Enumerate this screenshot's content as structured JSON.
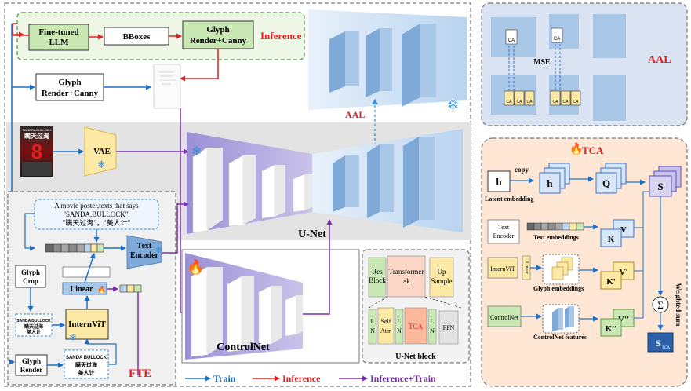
{
  "inference": {
    "title": "Inference",
    "llm": [
      "Fine-tuned",
      "LLM"
    ],
    "bboxes": "BBoxes",
    "glyph_render_canny": [
      "Glyph",
      "Render+Canny"
    ]
  },
  "glyph_render_canny_main": [
    "Glyph",
    "Render+Canny"
  ],
  "aal": {
    "title": "AAL",
    "mse": "MSE",
    "ca": "CA"
  },
  "aal_mid_label": "AAL",
  "poster": {
    "top_text": "SANDRA BULLOCK",
    "chinese": "瞒天过海",
    "number": "8"
  },
  "vae": "VAE",
  "unet": "U-Net",
  "controlnet": "ControlNet",
  "prompt": {
    "line1": "A movie poster,texts that says",
    "line2": "\"SANDA,BULLOCK\",",
    "line3": "\"瞒天过海\"，\"美人计\""
  },
  "text_encoder": [
    "Text",
    "Encoder"
  ],
  "glyph_crop": [
    "Glyph",
    "Crop"
  ],
  "linear": "Linear",
  "internvit": "InternViT",
  "glyph_render": [
    "Glyph",
    "Render"
  ],
  "glyph_small": {
    "line1": "SANDA BULLOCK",
    "line2": "瞒天过海",
    "line3": "美人计"
  },
  "fte": "FTE",
  "unet_block": {
    "title": "U-Net block",
    "res_block": [
      "Res",
      "Block"
    ],
    "transformer": [
      "Transformer",
      "×k"
    ],
    "up_sample": [
      "Up",
      "Sample"
    ],
    "ln": [
      "L",
      "N"
    ],
    "self_attn": [
      "Self",
      "Attn"
    ],
    "tca": "TCA",
    "ffn": "FFN"
  },
  "tca": {
    "title": "TCA",
    "h": "h",
    "copy": "copy",
    "latent_embedding": "Latent embedding",
    "q": "Q",
    "s": "S",
    "text_encoder": [
      "Text",
      "Encoder"
    ],
    "text_embeddings": "Text embeddings",
    "k": "K",
    "v": "V",
    "internvit": "InternViT",
    "linear": "Linear",
    "glyph_embeddings": "Glyph embeddings",
    "k1": "K'",
    "v1": "V'",
    "controlnet": "ControlNet",
    "controlnet_features": "ControlNet features",
    "k2": "K''",
    "v2": "V''",
    "sigma": "Σ",
    "weighted_sum": "Weighted sum",
    "s_out": "S",
    "s_sub": "TCA"
  },
  "legend": {
    "train": "Train",
    "inference": "Inference",
    "both": "Inference+Train"
  },
  "colors": {
    "train": "#1f6fc4",
    "inference": "#e02020",
    "both": "#7a2da8",
    "green_fill": "#c9e8b4",
    "blue_fill": "#a9c8e8",
    "yellow_fill": "#fde9a6",
    "orange_panel": "#fde6d4"
  }
}
